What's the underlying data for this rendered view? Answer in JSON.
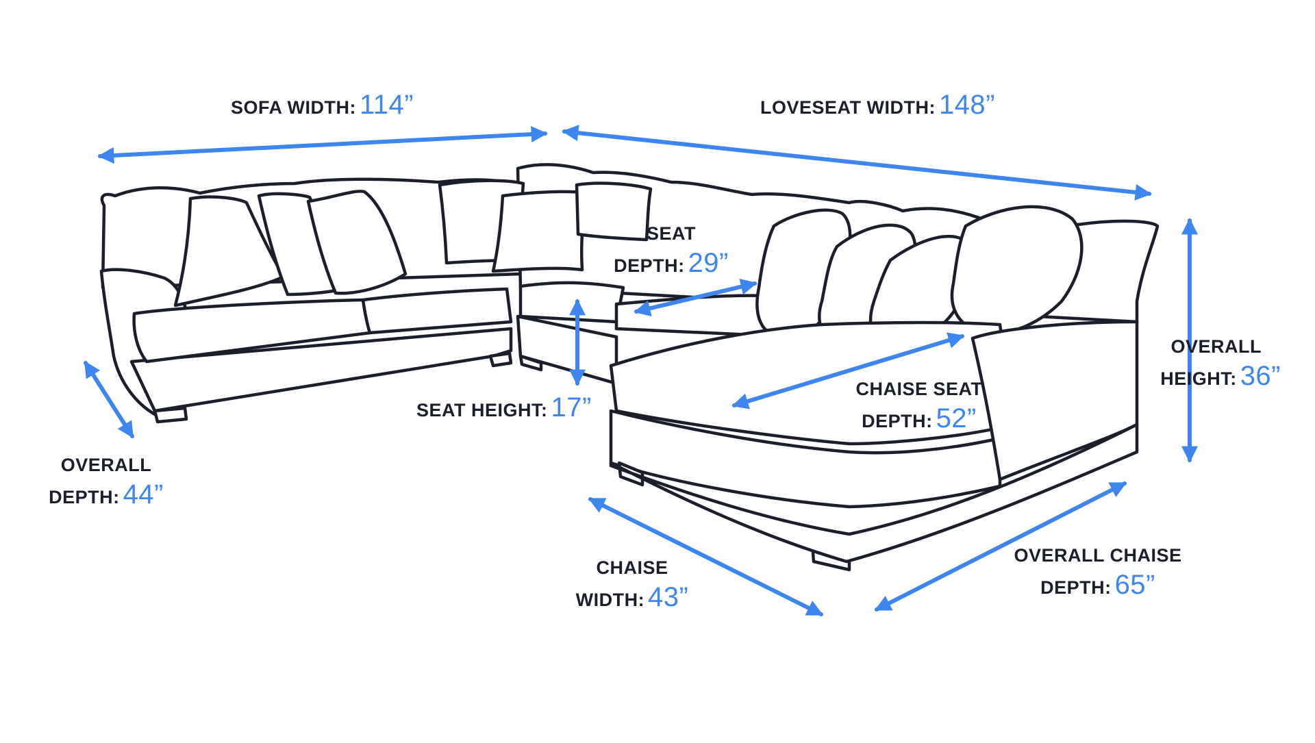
{
  "colors": {
    "arrow": "#3d85ef",
    "outline": "#1b1f2c",
    "label": "#1b1f2c",
    "background": "#ffffff"
  },
  "labels": {
    "sofa_width": {
      "caption": "SOFA WIDTH:",
      "value": "114”"
    },
    "loveseat_width": {
      "caption": "LOVESEAT WIDTH:",
      "value": "148”"
    },
    "seat_depth": {
      "line1": "SEAT",
      "caption": "DEPTH:",
      "value": "29”"
    },
    "overall_height": {
      "line1": "OVERALL",
      "caption": "HEIGHT:",
      "value": "36”"
    },
    "seat_height": {
      "caption": "SEAT HEIGHT:",
      "value": "17”"
    },
    "chaise_seat_depth": {
      "line1": "CHAISE SEAT",
      "caption": "DEPTH:",
      "value": "52”"
    },
    "overall_depth": {
      "line1": "OVERALL",
      "caption": "DEPTH:",
      "value": "44”"
    },
    "chaise_width": {
      "line1": "CHAISE",
      "caption": "WIDTH:",
      "value": "43”"
    },
    "overall_chaise_depth": {
      "line1": "OVERALL CHAISE",
      "caption": "DEPTH:",
      "value": "65”"
    }
  }
}
